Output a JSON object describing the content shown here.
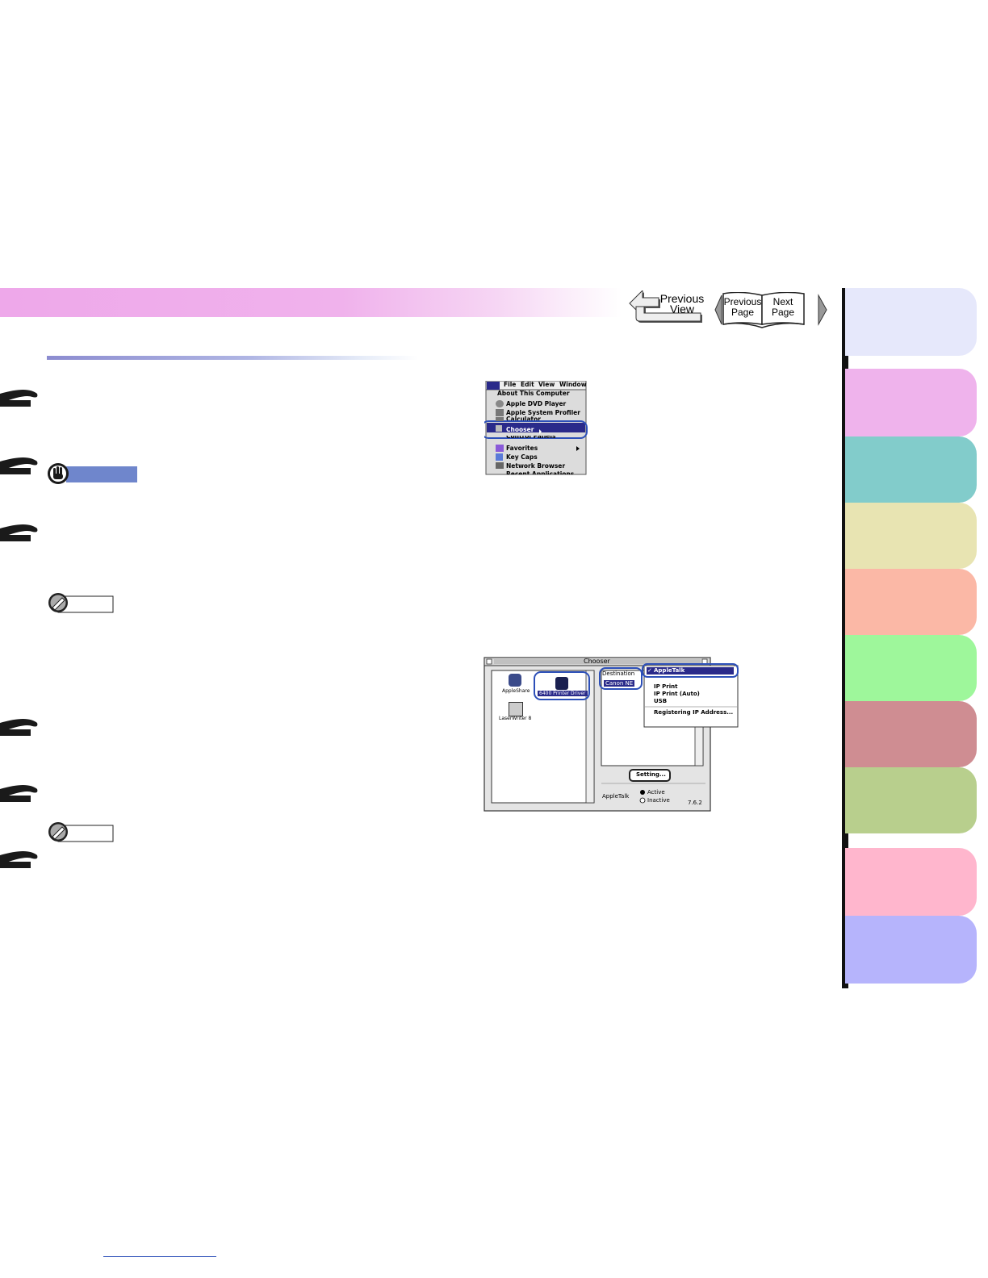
{
  "nav": {
    "previous_view": "Previous\nView",
    "previous_page": "Previous\nPage",
    "next_page": "Next\nPage"
  },
  "colors": {
    "header_band": "#eea8ea",
    "tabs": [
      "#e6e8fb",
      "#efb3ec",
      "#82cccb",
      "#e8e4b2",
      "#fbb8a6",
      "#9ef79b",
      "#cf8d92",
      "#b8cf8d",
      "#ffb6cd",
      "#b6b4fc"
    ]
  },
  "menu_screenshot": {
    "menubar": [
      "File",
      "Edit",
      "View",
      "Window"
    ],
    "items": [
      {
        "label": "About This Computer",
        "icon": "",
        "bold": true
      },
      {
        "label": "Apple DVD Player",
        "icon": "dvd-icon"
      },
      {
        "label": "Apple System Profiler",
        "icon": "profiler-icon"
      },
      {
        "label": "Calculator",
        "icon": "calculator-icon"
      },
      {
        "label": "Chooser",
        "icon": "chooser-icon",
        "selected": true
      },
      {
        "label": "Control Panels",
        "icon": "panel-icon"
      },
      {
        "label": "Favorites",
        "icon": "favorites-icon",
        "submenu": true
      },
      {
        "label": "Key Caps",
        "icon": "keycaps-icon"
      },
      {
        "label": "Network Browser",
        "icon": "network-icon"
      },
      {
        "label": "Recent Applications",
        "icon": "recent-icon",
        "submenu": true
      }
    ]
  },
  "chooser_screenshot": {
    "title": "Chooser",
    "icons": [
      {
        "label": "AppleShare",
        "icon": "appleshare-icon"
      },
      {
        "label": "6400 Printer Driver",
        "icon": "printer-driver-icon",
        "selected": true
      },
      {
        "label": "LaserWriter 8",
        "icon": "laserwriter-icon"
      }
    ],
    "destination_label": "Destination",
    "destination_value": "Canon NE",
    "popup_items": [
      {
        "label": "AppleTalk",
        "checked": true,
        "selected": true
      },
      {
        "label": "IP Print"
      },
      {
        "label": "IP Print (Auto)"
      },
      {
        "label": "USB"
      },
      {
        "label": "Registering IP Address..."
      }
    ],
    "setting_button": "Setting...",
    "appletalk_label": "AppleTalk",
    "radio_active": "Active",
    "radio_inactive": "Inactive",
    "version": "7.6.2"
  }
}
